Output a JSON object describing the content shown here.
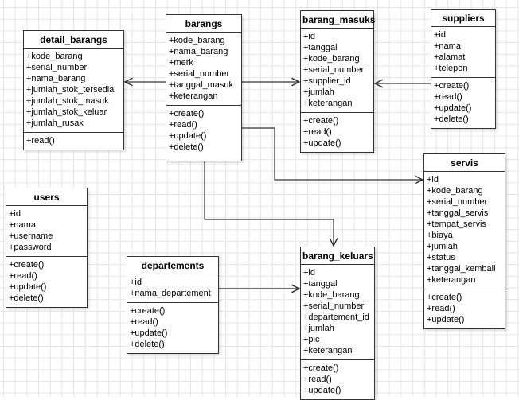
{
  "diagram_type": "uml-class-diagram",
  "classes": [
    {
      "name": "detail_barangs",
      "attributes": [
        "+kode_barang",
        "+serial_number",
        "+nama_barang",
        "+jumlah_stok_tersedia",
        "+jumlah_stok_masuk",
        "+jumlah_stok_keluar",
        "+jumlah_rusak"
      ],
      "methods": [
        "+read()"
      ]
    },
    {
      "name": "barangs",
      "attributes": [
        "+kode_barang",
        "+nama_barang",
        "+merk",
        "+serial_number",
        "+tanggal_masuk",
        "+keterangan"
      ],
      "methods": [
        "+create()",
        "+read()",
        "+update()",
        "+delete()"
      ]
    },
    {
      "name": "barang_masuks",
      "attributes": [
        "+id",
        "+tanggal",
        "+kode_barang",
        "+serial_number",
        "+supplier_id",
        "+jumlah",
        "+keterangan"
      ],
      "methods": [
        "+create()",
        "+read()",
        "+update()"
      ]
    },
    {
      "name": "suppliers",
      "attributes": [
        "+id",
        "+nama",
        "+alamat",
        "+telepon"
      ],
      "methods": [
        "+create()",
        "+read()",
        "+update()",
        "+delete()"
      ]
    },
    {
      "name": "users",
      "attributes": [
        "+id",
        "+nama",
        "+username",
        "+password"
      ],
      "methods": [
        "+create()",
        "+read()",
        "+update()",
        "+delete()"
      ]
    },
    {
      "name": "departements",
      "attributes": [
        "+id",
        "+nama_departement"
      ],
      "methods": [
        "+create()",
        "+read()",
        "+update()",
        "+delete()"
      ]
    },
    {
      "name": "barang_keluars",
      "attributes": [
        "+id",
        "+tanggal",
        "+kode_barang",
        "+serial_number",
        "+departement_id",
        "+jumlah",
        "+pic",
        "+keterangan"
      ],
      "methods": [
        "+create()",
        "+read()",
        "+update()"
      ]
    },
    {
      "name": "servis",
      "attributes": [
        "+id",
        "+kode_barang",
        "+serial_number",
        "+tanggal_servis",
        "+tempat_servis",
        "+biaya",
        "+jumlah",
        "+status",
        "+tanggal_kembali",
        "+keterangan"
      ],
      "methods": [
        "+create()",
        "+read()",
        "+update()"
      ]
    }
  ],
  "relations": [
    {
      "from": "barangs",
      "to": "detail_barangs"
    },
    {
      "from": "barangs",
      "to": "barang_masuks"
    },
    {
      "from": "suppliers",
      "to": "barang_masuks"
    },
    {
      "from": "barangs",
      "to": "servis"
    },
    {
      "from": "barangs",
      "to": "barang_keluars"
    },
    {
      "from": "departements",
      "to": "barang_keluars"
    }
  ],
  "colors": {
    "box_fill": "#ffffff",
    "box_border": "#333333",
    "connector": "#333333",
    "grid_line": "#e5e5e5",
    "background": "#ffffff",
    "text": "#000000"
  }
}
